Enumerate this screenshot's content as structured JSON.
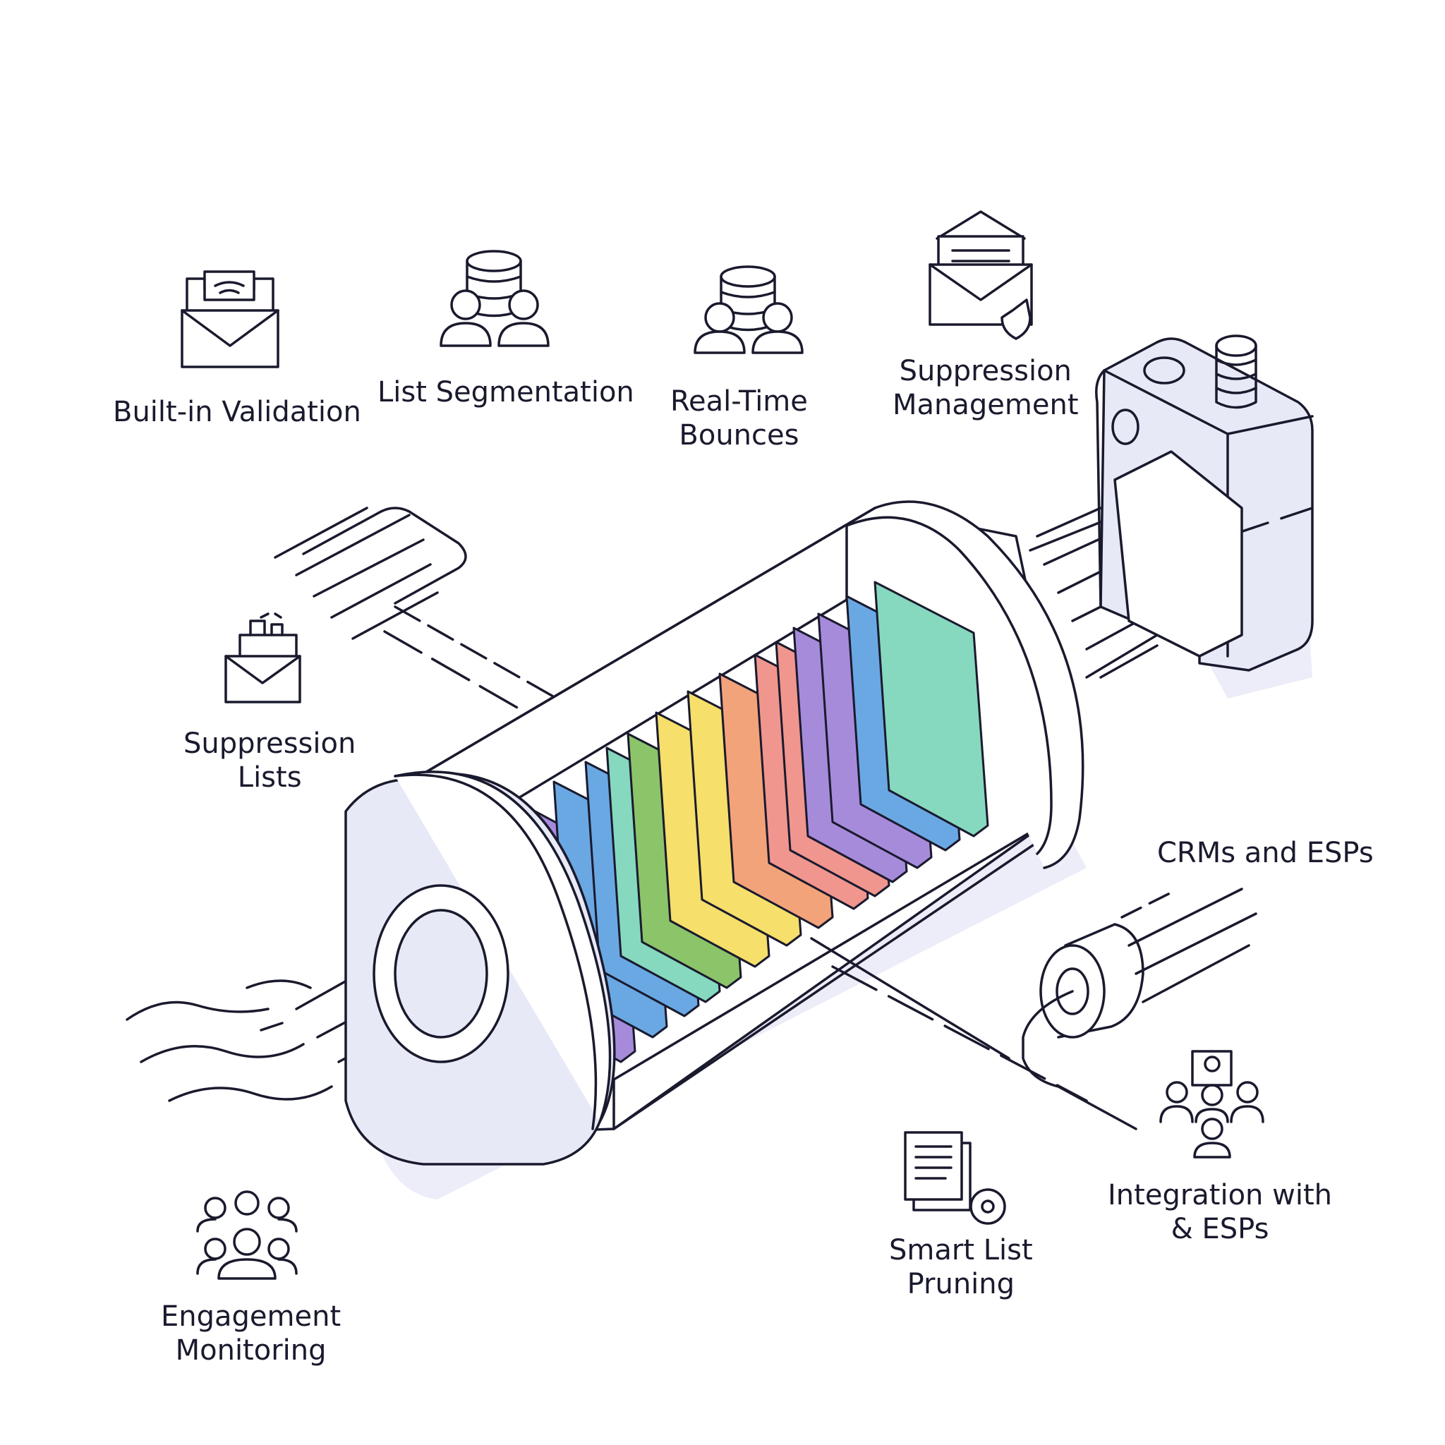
{
  "labels": {
    "built_in_validation": "Built-in Validation",
    "list_segmentation": "List Segmentation",
    "real_time_bounces": [
      "Real-Time",
      "Bounces"
    ],
    "suppression_management": [
      "Suppression",
      "Management"
    ],
    "suppression_lists": [
      "Suppression",
      "Lists"
    ],
    "crms_and_esps": "CRMs and ESPs",
    "integration_with": [
      "Integration with",
      "& ESPs"
    ],
    "smart_list_pruning": [
      "Smart List",
      "Pruning"
    ],
    "engagement_monitoring": [
      "Engagement",
      "Monitoring"
    ]
  },
  "icons": [
    "mail-validation-icon",
    "database-users-icon",
    "database-bounce-icon",
    "mail-shield-icon",
    "mail-list-icon",
    "user-group-icon",
    "documents-gear-icon",
    "network-users-icon"
  ],
  "colors": {
    "stroke": "#1a1a2e",
    "body_fill": "#e8e9f7",
    "shadow": "#ecedf8",
    "purple": "#a78bdb",
    "blue": "#6aa8e4",
    "teal": "#86d9be",
    "green": "#8cc46a",
    "yellow": "#f6df6a",
    "orange": "#f3a37a",
    "salmon": "#f0968e"
  }
}
